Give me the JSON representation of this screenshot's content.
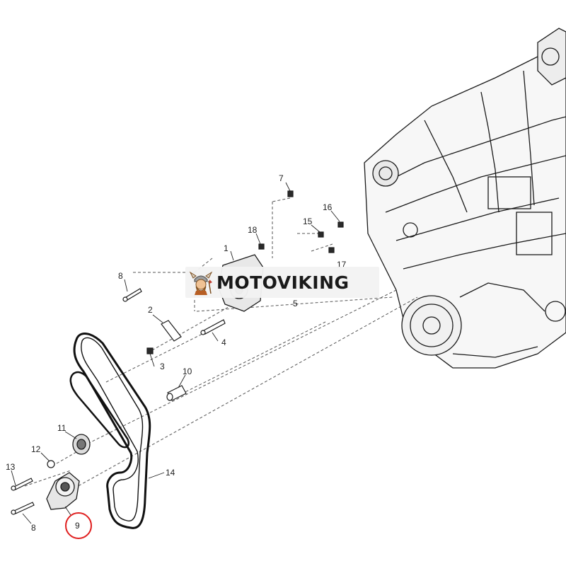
{
  "watermark": {
    "text": "MOTOVIKING",
    "logo": "viking-mascot-icon"
  },
  "callouts": [
    "7",
    "16",
    "15",
    "18",
    "1",
    "17",
    "8",
    "2",
    "5",
    "4",
    "3",
    "10",
    "11",
    "12",
    "13",
    "14",
    "8",
    "9"
  ],
  "highlight": {
    "part": "9",
    "color": "#e02020"
  },
  "colors": {
    "line": "#1a1a1a",
    "dash": "#555555",
    "highlight": "#e02020"
  }
}
